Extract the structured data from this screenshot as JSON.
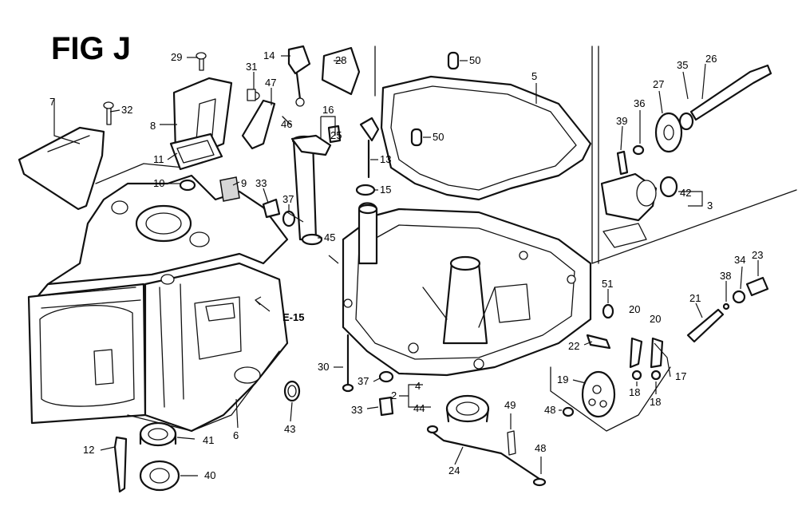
{
  "figure_title": "FIG J",
  "reference_label": "E-15",
  "callouts": {
    "c1": "7",
    "c2": "32",
    "c3": "29",
    "c4": "8",
    "c5": "11",
    "c6": "10",
    "c7": "9",
    "c8": "33",
    "c9": "31",
    "c10": "47",
    "c11": "46",
    "c12": "14",
    "c13": "28",
    "c14": "16",
    "c15": "25",
    "c16": "37",
    "c17": "45",
    "c18": "13",
    "c19": "15",
    "c20": "50",
    "c21": "50",
    "c22": "5",
    "c23": "39",
    "c24": "36",
    "c25": "27",
    "c26": "35",
    "c27": "26",
    "c28": "42",
    "c29": "3",
    "c30": "38",
    "c31": "34",
    "c32": "23",
    "c33": "21",
    "c34": "51",
    "c35": "20",
    "c36": "20",
    "c37": "22",
    "c38": "19",
    "c39": "17",
    "c40": "18",
    "c41": "18",
    "c42": "48",
    "c43": "30",
    "c44": "37",
    "c45": "4",
    "c46": "2",
    "c47": "33",
    "c48": "44",
    "c49": "49",
    "c50": "48",
    "c51": "24",
    "c52": "43",
    "c53": "6",
    "c54": "41",
    "c55": "40",
    "c56": "12"
  }
}
